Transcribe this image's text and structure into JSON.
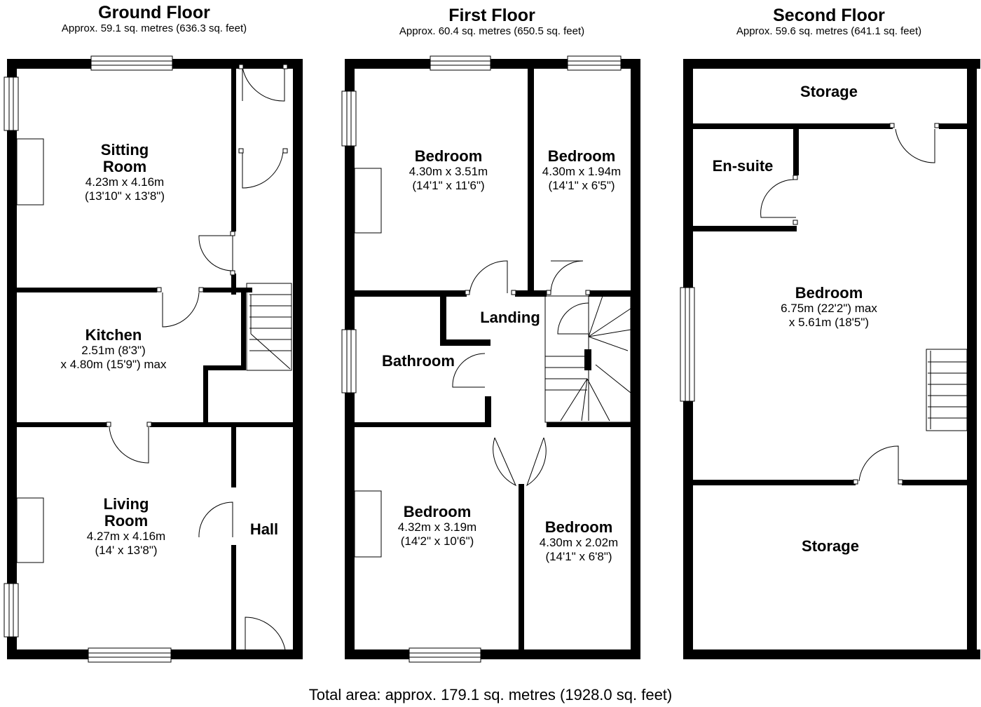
{
  "floors": {
    "ground": {
      "title": "Ground Floor",
      "area": "Approx. 59.1 sq. metres (636.3 sq. feet)",
      "rooms": {
        "sitting": {
          "name1": "Sitting",
          "name2": "Room",
          "dim1": "4.23m x 4.16m",
          "dim2": "(13'10\" x 13'8\")"
        },
        "kitchen": {
          "name1": "Kitchen",
          "dim1": "2.51m (8'3\")",
          "dim2": "x 4.80m (15'9\") max"
        },
        "living": {
          "name1": "Living",
          "name2": "Room",
          "dim1": "4.27m x 4.16m",
          "dim2": "(14' x 13'8\")"
        },
        "hall": {
          "name1": "Hall"
        }
      }
    },
    "first": {
      "title": "First Floor",
      "area": "Approx. 60.4 sq. metres (650.5 sq. feet)",
      "rooms": {
        "bed1": {
          "name1": "Bedroom",
          "dim1": "4.30m x 3.51m",
          "dim2": "(14'1\" x 11'6\")"
        },
        "bed2": {
          "name1": "Bedroom",
          "dim1": "4.30m x 1.94m",
          "dim2": "(14'1\" x 6'5\")"
        },
        "landing": {
          "name1": "Landing"
        },
        "bathroom": {
          "name1": "Bathroom"
        },
        "bed3": {
          "name1": "Bedroom",
          "dim1": "4.32m x 3.19m",
          "dim2": "(14'2\" x 10'6\")"
        },
        "bed4": {
          "name1": "Bedroom",
          "dim1": "4.30m x 2.02m",
          "dim2": "(14'1\" x 6'8\")"
        }
      }
    },
    "second": {
      "title": "Second Floor",
      "area": "Approx. 59.6 sq. metres (641.1 sq. feet)",
      "rooms": {
        "storage_top": {
          "name1": "Storage"
        },
        "ensuite": {
          "name1": "En-suite"
        },
        "bedroom": {
          "name1": "Bedroom",
          "dim1": "6.75m (22'2\") max",
          "dim2": "x 5.61m (18'5\")"
        },
        "storage_bottom": {
          "name1": "Storage"
        }
      }
    }
  },
  "total_area": "Total area: approx. 179.1 sq. metres (1928.0 sq. feet)",
  "colors": {
    "wall": "#000000",
    "background": "#ffffff",
    "fixture": "#9a9a9a"
  }
}
